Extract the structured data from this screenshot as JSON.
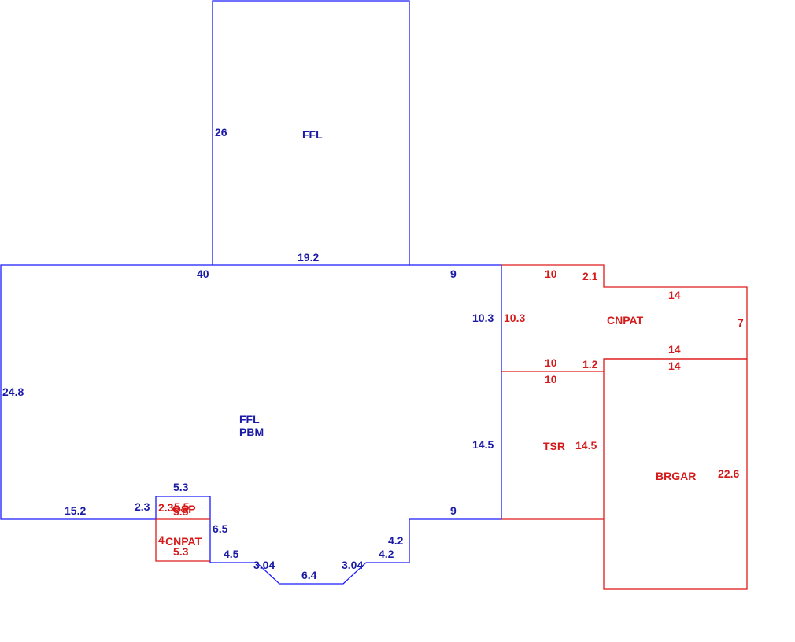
{
  "colors": {
    "main": "#1a1aa6",
    "addition": "#d41a1a"
  },
  "areas": {
    "upper_ffl": "FFL",
    "main_ffl": "FFL",
    "main_pbm": "PBM",
    "cnpat_top": "CNPAT",
    "tsr": "TSR",
    "brgar": "BRGAR",
    "osp": "OSP",
    "cnpat_small": "CNPAT"
  },
  "dimensions": {
    "upper_left": "26",
    "upper_bottom": "19.2",
    "main_top_left": "40",
    "main_top_right": "9",
    "main_left": "24.8",
    "main_right_upper": "10.3",
    "main_right_lower": "14.5",
    "main_bottom_left": "15.2",
    "main_bottom_right": "9",
    "bump_left": "2.3",
    "bump_top": "5.3",
    "bump_right": "6.5",
    "bay_a": "4.5",
    "bay_b": "3.04",
    "bay_c": "6.4",
    "bay_d": "3.04",
    "bay_e": "4.2",
    "bay_f": "4.2",
    "cnpat_top_left": "10",
    "cnpat_step": "2.1",
    "cnpat_top_right": "14",
    "cnpat_left": "10.3",
    "cnpat_right": "7",
    "cnpat_bottom_right": "14",
    "cnpat_bottom_left": "10",
    "cnpat_bottom_step": "1.2",
    "tsr_top": "10",
    "tsr_right": "14.5",
    "brgar_top": "14",
    "brgar_right": "22.6",
    "osp_left": "2.3",
    "osp_right": "5.5",
    "osp_bottom": "5.5",
    "small_cnpat_left": "4",
    "small_cnpat_bottom": "5.3"
  }
}
